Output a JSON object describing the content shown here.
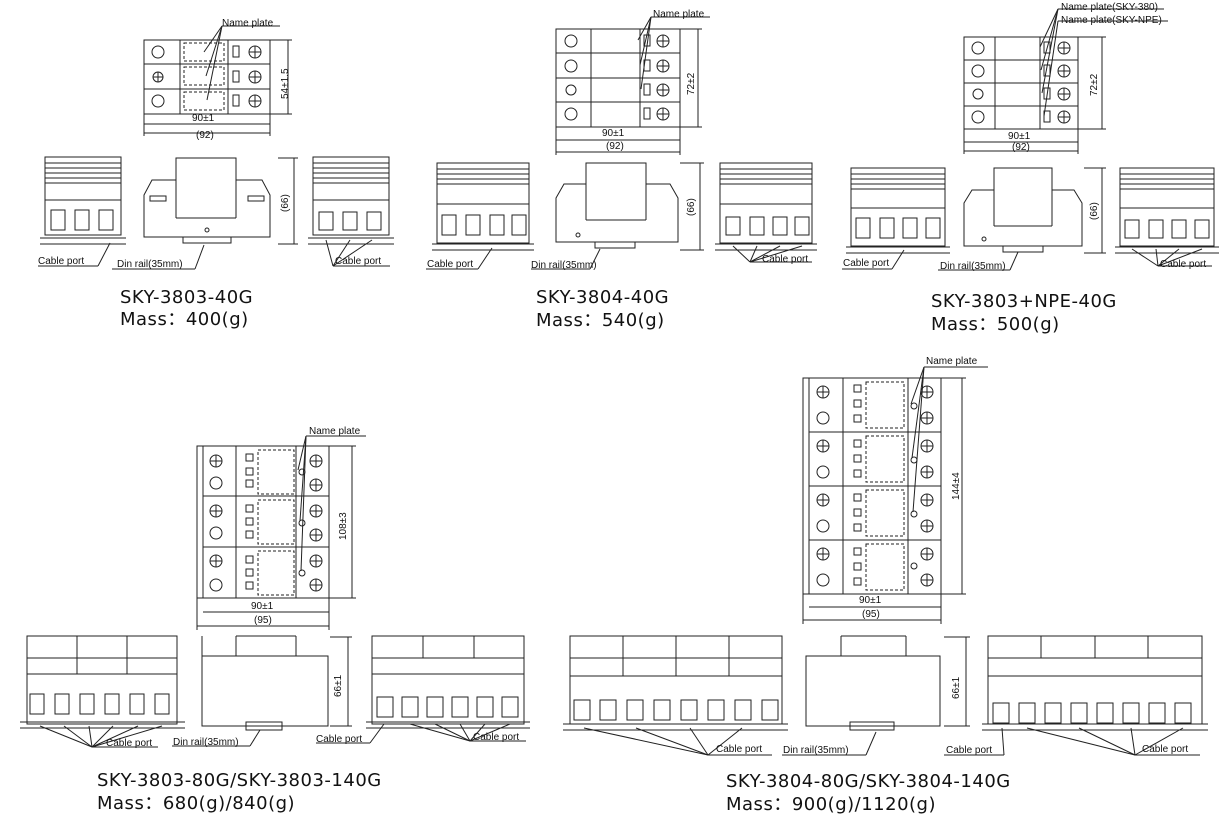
{
  "labels": {
    "name_plate": "Name plate",
    "name_plate_sky380": "Name plate(SKY-380)",
    "name_plate_skynpe": "Name plate(SKY-NPE)",
    "cable_port": "Cable port",
    "din_rail": "Din rail(35mm)"
  },
  "dims": {
    "d54": "54±1.5",
    "d72": "72±2",
    "d108": "108±3",
    "d144": "144±4",
    "d90": "90±1",
    "d92": "(92)",
    "d95": "(95)",
    "d66": "(66)",
    "d66b": "66±1"
  },
  "products": [
    {
      "model": "SKY-3803-40G",
      "mass": "Mass：400(g)"
    },
    {
      "model": "SKY-3804-40G",
      "mass": "Mass：540(g)"
    },
    {
      "model": "SKY-3803+NPE-40G",
      "mass": "Mass：500(g)"
    },
    {
      "model": "SKY-3803-80G/SKY-3803-140G",
      "mass": "Mass：680(g)/840(g)"
    },
    {
      "model": "SKY-3804-80G/SKY-3804-140G",
      "mass": "Mass：900(g)/1120(g)"
    }
  ]
}
